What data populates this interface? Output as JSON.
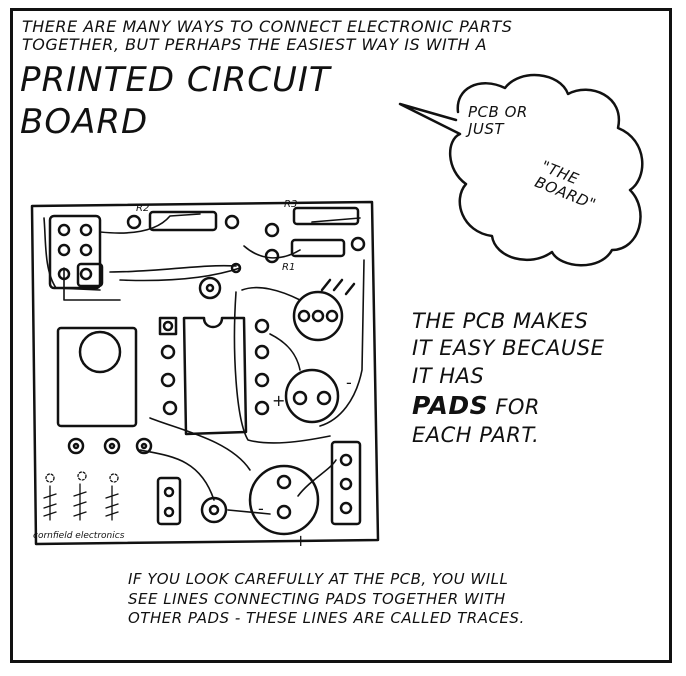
{
  "intro": {
    "line1": "THERE ARE MANY WAYS TO CONNECT ELECTRONIC PARTS",
    "line2": "TOGETHER, BUT PERHAPS THE EASIEST WAY IS WITH A"
  },
  "title": {
    "line1": "PRINTED CIRCUIT",
    "line2": "BOARD"
  },
  "bubble": {
    "line1": "PCB OR",
    "line2": "JUST",
    "quote1": "\"THE",
    "quote2": "BOARD\""
  },
  "pcb_text": {
    "line1": "THE PCB MAKES",
    "line2": "IT EASY BECAUSE",
    "line3": "IT HAS",
    "pads_word": "PADS",
    "pads_rest": " FOR",
    "line5": "EACH PART."
  },
  "board_labels": {
    "r2": "R2",
    "r3": "R3",
    "r1": "R1",
    "minus1": "-",
    "plus1": "+",
    "minus2": "-",
    "plus2": "+",
    "maker": "cornfield electronics"
  },
  "caption": {
    "line1": "IF YOU LOOK CAREFULLY AT THE PCB, YOU WILL",
    "line2": "SEE LINES CONNECTING PADS TOGETHER WITH",
    "line3": "OTHER PADS - THESE LINES ARE CALLED TRACES."
  }
}
